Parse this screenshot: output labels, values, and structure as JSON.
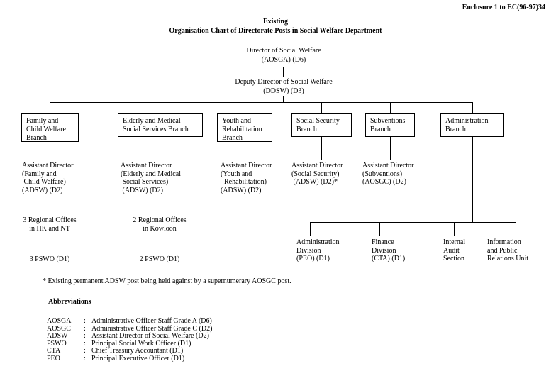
{
  "document": {
    "enclosure_label": "Enclosure 1 to EC(96-97)34",
    "title_line1": "Existing",
    "title_line2": "Organisation Chart of Directorate Posts in Social Welfare Department"
  },
  "hierarchy": {
    "director": {
      "line1": "Director of Social Welfare",
      "line2": "(AOSGA) (D6)"
    },
    "deputy_director": {
      "line1": "Deputy Director of Social Welfare",
      "line2": "(DDSW) (D3)"
    },
    "branches": [
      {
        "name": "branch-family-child-welfare",
        "line1": "Family and",
        "line2": "Child Welfare",
        "line3": "Branch"
      },
      {
        "name": "branch-elderly-medical",
        "line1": "Elderly and Medical",
        "line2": "Social Services Branch",
        "line3": ""
      },
      {
        "name": "branch-youth-rehabilitation",
        "line1": "Youth and",
        "line2": "Rehabilitation",
        "line3": "Branch"
      },
      {
        "name": "branch-social-security",
        "line1": "Social Security",
        "line2": "Branch",
        "line3": ""
      },
      {
        "name": "branch-subventions",
        "line1": "Subventions",
        "line2": "Branch",
        "line3": ""
      },
      {
        "name": "branch-administration",
        "line1": "Administration",
        "line2": "Branch",
        "line3": ""
      }
    ],
    "assistant_directors": [
      {
        "name": "adsw-family-child-welfare",
        "line1": "Assistant Director",
        "line2": "(Family and",
        "line3": " Child Welfare)",
        "line4": "(ADSW) (D2)"
      },
      {
        "name": "adsw-elderly-medical",
        "line1": "Assistant Director",
        "line2": "(Elderly and Medical",
        "line3": " Social Services)",
        "line4": " (ADSW) (D2)"
      },
      {
        "name": "adsw-youth-rehabilitation",
        "line1": "Assistant Director",
        "line2": "(Youth and",
        "line3": "  Rehabilitation)",
        "line4": "(ADSW) (D2)"
      },
      {
        "name": "adsw-social-security",
        "line1": "Assistant Director",
        "line2": "(Social Security)",
        "line3": " (ADSW) (D2)*",
        "line4": ""
      },
      {
        "name": "adsw-subventions",
        "line1": "Assistant Director",
        "line2": "(Subventions)",
        "line3": "(AOSGC) (D2)",
        "line4": ""
      }
    ],
    "regional_offices": [
      {
        "name": "regional-offices-hk-nt",
        "line1": "3 Regional Offices",
        "line2": "in HK and NT",
        "post": "3 PSWO (D1)"
      },
      {
        "name": "regional-offices-kowloon",
        "line1": "2 Regional Offices",
        "line2": "in Kowloon",
        "post": "2 PSWO (D1)"
      }
    ],
    "admin_divisions": [
      {
        "name": "division-administration",
        "line1": "Administration",
        "line2": "Division",
        "line3": "(PEO) (D1)"
      },
      {
        "name": "division-finance",
        "line1": "Finance",
        "line2": "Division",
        "line3": "(CTA) (D1)"
      },
      {
        "name": "section-internal-audit",
        "line1": "Internal",
        "line2": "Audit",
        "line3": "Section"
      },
      {
        "name": "unit-information-public-relations",
        "line1": "Information",
        "line2": "and Public",
        "line3": "Relations Unit"
      }
    ]
  },
  "footnote": "* Existing permanent ADSW post being held against by a supernumerary AOSGC post.",
  "abbreviations": {
    "heading": "Abbreviations",
    "items": [
      {
        "key": "AOSGA",
        "colon": ":",
        "value": "Administrative Officer Staff Grade A (D6)"
      },
      {
        "key": "AOSGC",
        "colon": ":",
        "value": "Administrative Officer Staff Grade C (D2)"
      },
      {
        "key": "ADSW",
        "colon": ":",
        "value": "Assistant Director of Social Welfare (D2)"
      },
      {
        "key": "PSWO",
        "colon": ":",
        "value": "Principal Social Work Officer (D1)"
      },
      {
        "key": "CTA",
        "colon": ":",
        "value": "Chief Treasury Accountant (D1)"
      },
      {
        "key": "PEO",
        "colon": ":",
        "value": "Principal Executive Officer (D1)"
      }
    ]
  }
}
